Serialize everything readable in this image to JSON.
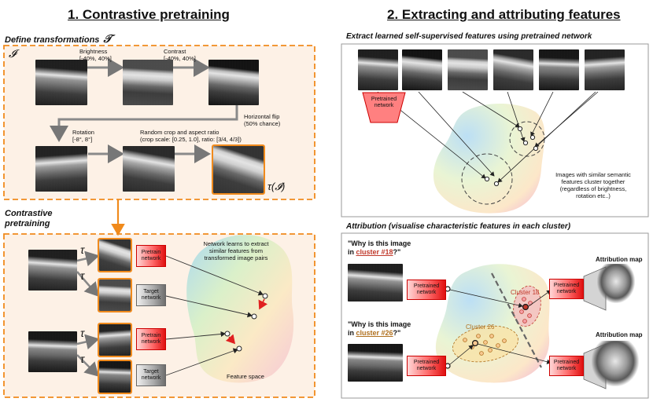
{
  "left": {
    "title": "1. Contrastive pretraining",
    "define_label": "Define transformations",
    "tau_symbol": "𝒯",
    "input_symbol": "𝓘",
    "output_symbol": "τ(𝓘)",
    "transforms": {
      "brightness": "Brightness\n[-40%, 40%]",
      "contrast": "Contrast\n[-40%, 40%]",
      "flip": "Horizontal flip\n(50% chance)",
      "rotation": "Rotation\n[-8°, 8°]",
      "crop": "Random crop and aspect ratio\n(crop scale: [0.25, 1.0], ratio: [3/4, 4/3])"
    },
    "contrastive_label": "Contrastive\npretraining",
    "tau_small": "τ",
    "pretrain_net": "Pretrain\nnetwork",
    "target_net": "Target\nnetwork",
    "learn_note": "Network learns to extract\nsimilar features from\ntransformed image pairs",
    "feature_space": "Feature space"
  },
  "right": {
    "title": "2. Extracting and attributing features",
    "extract_label": "Extract learned self-supervised features using pretrained network",
    "pretrained_net": "Pretrained\nnetwork",
    "cluster_note": "Images with similar semantic\nfeatures cluster together\n(regardless of brightness,\nrotation etc..)",
    "attribution_label": "Attribution (visualise characteristic features in each cluster)",
    "q1_prefix": "\"Why is this image\nin ",
    "q1_cluster": "cluster #18",
    "q1_suffix": "?\"",
    "q2_prefix": "\"Why is this image\nin ",
    "q2_cluster": "cluster #26",
    "q2_suffix": "?\"",
    "cluster18": "Cluster 18",
    "cluster26": "Cluster 26",
    "attribution_map": "Attribution map"
  },
  "colors": {
    "orange": "#f08a1c",
    "red_net": "#e01010",
    "cluster18": "#c0392b",
    "cluster26": "#b0701e"
  }
}
